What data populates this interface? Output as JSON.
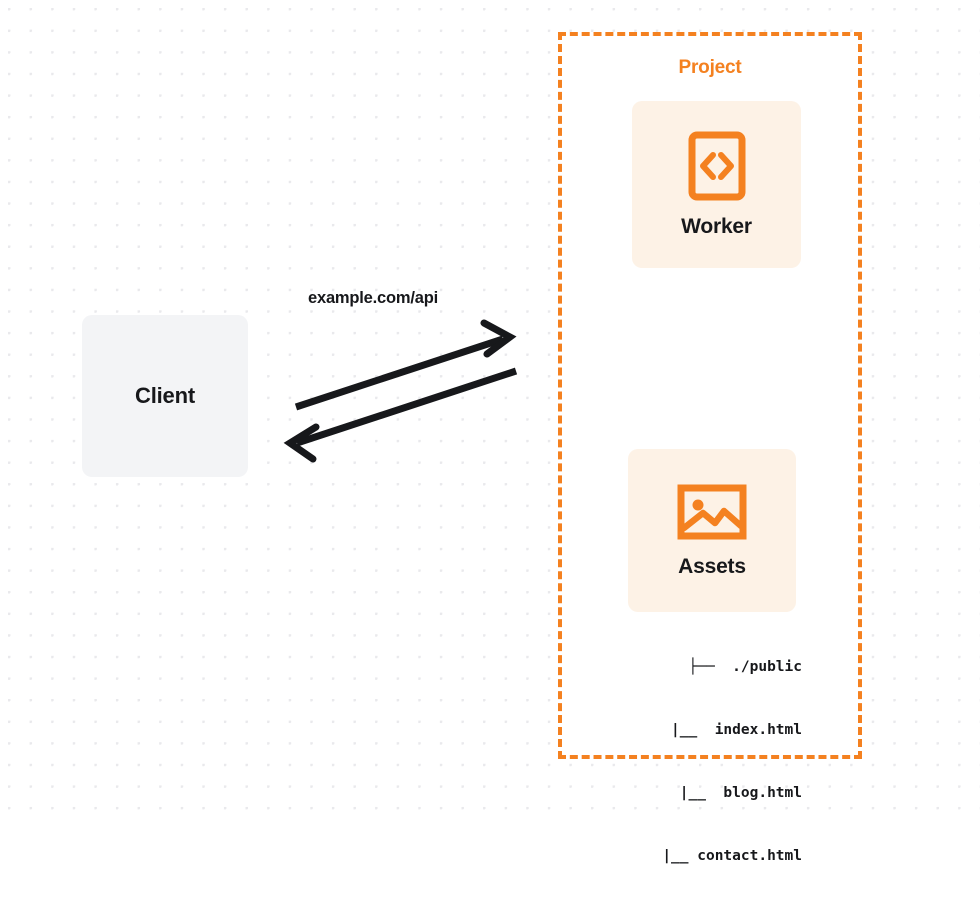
{
  "diagram": {
    "title": "Client to Project (Worker + Assets) request flow",
    "colors": {
      "accent_orange": "#f48120",
      "card_fill": "#fdf2e6",
      "client_fill": "#f3f4f6",
      "text_dark": "#17181b",
      "dot_grid": "#e9e9ec",
      "canvas_bg": "#ffffff"
    }
  },
  "client": {
    "label": "Client"
  },
  "connection": {
    "label": "example.com/api",
    "request_direction": "client-to-project",
    "response_direction": "project-to-client"
  },
  "project": {
    "title": "Project",
    "border_style": "dashed",
    "services": [
      {
        "label": "Worker",
        "icon": "code-brackets-icon"
      },
      {
        "label": "Assets",
        "icon": "image-icon"
      }
    ],
    "file_tree": [
      "├──  ./public",
      "|__  index.html",
      "|__  blog.html",
      "|__ contact.html"
    ]
  }
}
